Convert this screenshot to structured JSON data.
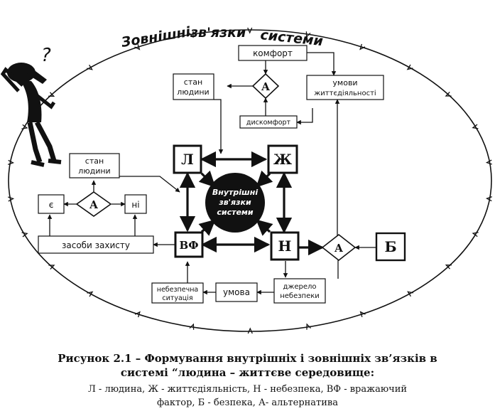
{
  "diagram": {
    "outer_title": [
      "Зовнішні",
      "зв'язки",
      "системи"
    ],
    "inner_title": [
      "Внутрішні",
      "зв'язки",
      "системи"
    ],
    "nodes": {
      "l": "Л",
      "zh": "Ж",
      "vf": "ВФ",
      "n": "Н",
      "b": "Б",
      "a": "А",
      "comfort": "комфорт",
      "discomfort": "дискомфорт",
      "stan_top": [
        "стан",
        "людини"
      ],
      "stan_left": [
        "стан",
        "людини"
      ],
      "umovy": [
        "умови",
        "життєдіяльності"
      ],
      "ye": "є",
      "ni": "ні",
      "zasoby": "засоби захисту",
      "nebezpechna": [
        "небезпечна",
        "ситуація"
      ],
      "umova": "умова",
      "dzherelo": [
        "джерело",
        "небезпеки"
      ]
    },
    "question_mark": "?"
  },
  "caption": {
    "title_line1": "Рисунок 2.1 –  Формування внутрішніх і зовнішніх  зв’язків в",
    "title_line2": "системі “людина – життєве середовище:",
    "legend_line1": "Л - людина, Ж - життєдіяльність, Н - небезпека, ВФ - вражаючий",
    "legend_line2": "фактор, Б - безпека, А- альтернатива"
  }
}
